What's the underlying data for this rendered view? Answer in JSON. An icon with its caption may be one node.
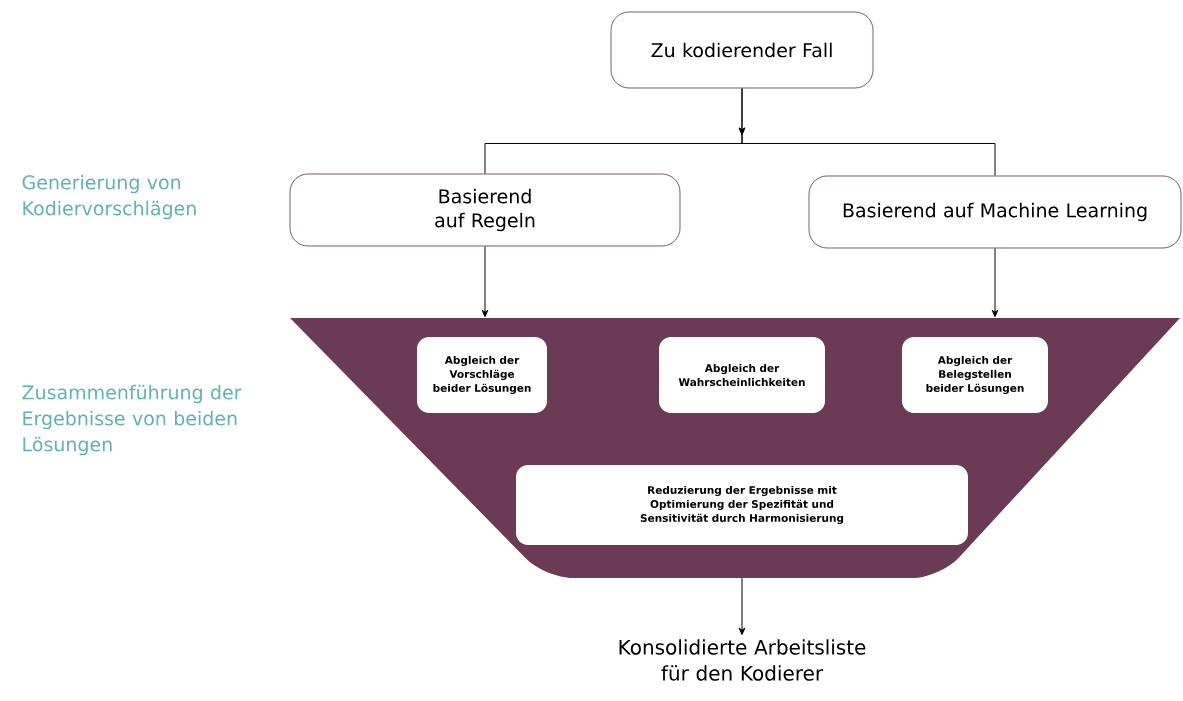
{
  "diagram": {
    "nodes": [
      {
        "text": [
          "Zu kodierender Fall"
        ]
      },
      {
        "text": [
          "Basierend auf Regeln"
        ]
      },
      {
        "text": [
          "Basierend auf Machine Learning"
        ]
      },
      {
        "text": [],
        "shape": "trapezoid"
      },
      {
        "text": [
          "Abgleich der Vorschläge beider Lösungen"
        ],
        "in": 3
      },
      {
        "text": [
          "Abgleich der Wahrscheinlichkeiten"
        ],
        "in": 3
      },
      {
        "text": [
          "Abgleich der Belegstellen beider Lösungen"
        ],
        "in": 3
      },
      {
        "text": [
          "Reduzierung der Ergebnisse mit Optimierung der Spezifität und Sensitivität durch Harmonisierung"
        ],
        "in": 3
      },
      {
        "text": [
          "Konsolidierte Arbeitsliste für den Kodierer"
        ]
      }
    ],
    "edges": [
      {
        "from": 0,
        "to": 1,
        "arrow": "to"
      },
      {
        "from": 0,
        "to": 2,
        "arrow": "to"
      },
      {
        "from": 1,
        "to": 3,
        "arrow": "to"
      },
      {
        "from": 2,
        "to": 3,
        "arrow": "to"
      },
      {
        "from": 3,
        "to": 8,
        "arrow": "to"
      }
    ],
    "labels": [
      "Generierung von Kodiervorschlägen",
      "Zusammenführung der Ergebnisse von beiden Lösungen"
    ]
  }
}
